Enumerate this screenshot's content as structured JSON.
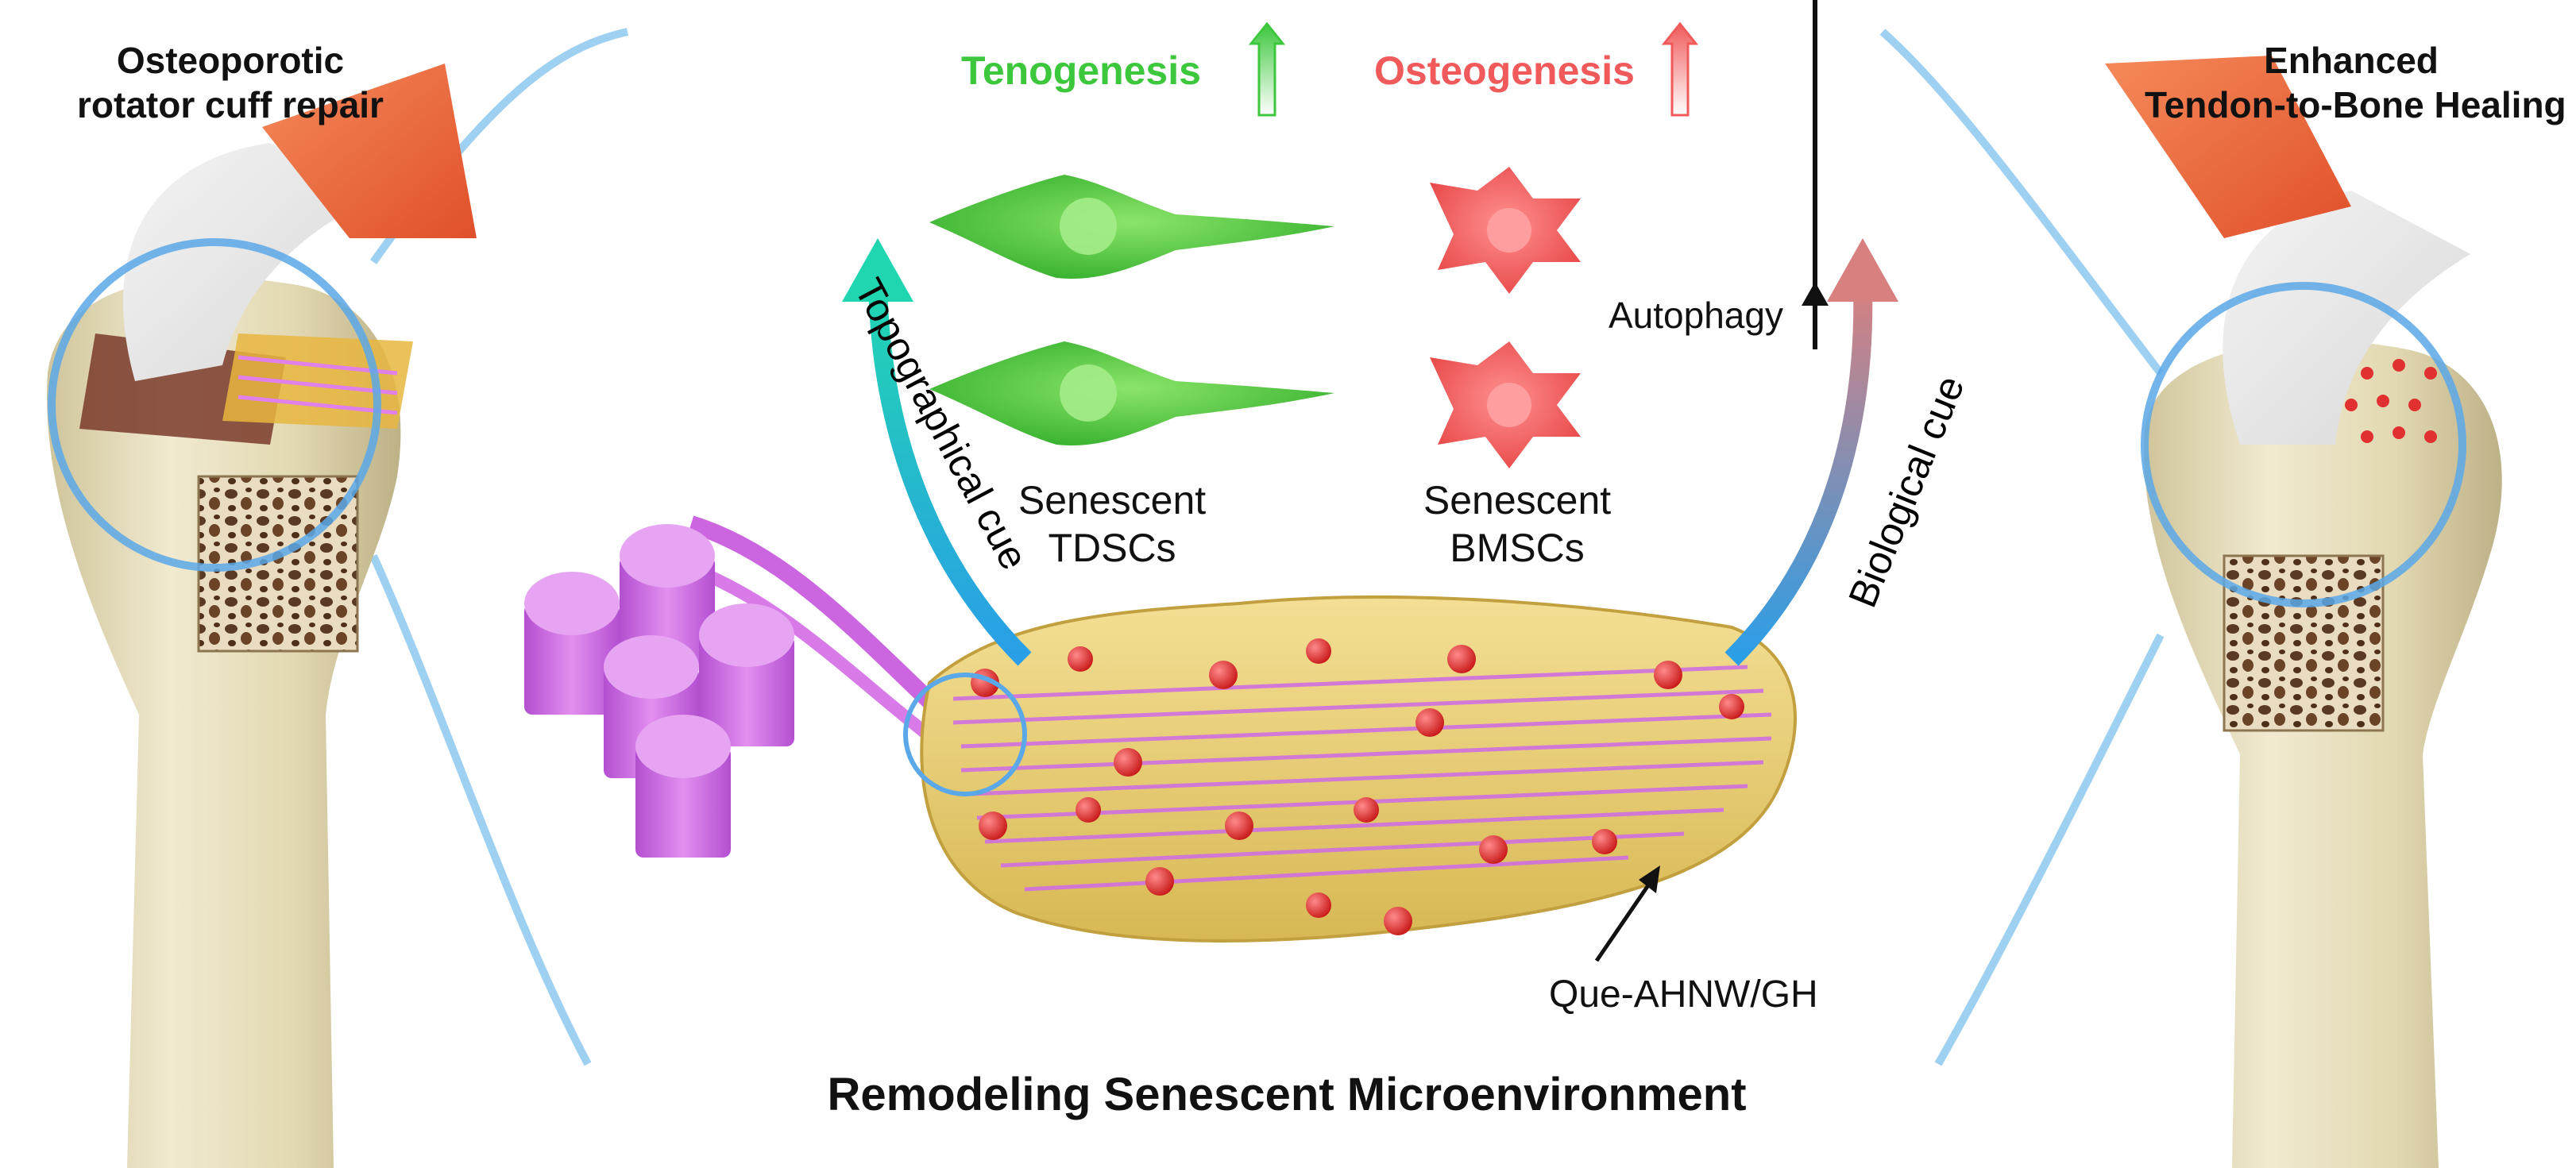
{
  "left_panel": {
    "title_line1": "Osteoporotic",
    "title_line2": "rotator cuff repair"
  },
  "right_panel": {
    "title_line1": "Enhanced",
    "title_line2": "Tendon-to-Bone Healing"
  },
  "center": {
    "tenogenesis_label": "Tenogenesis",
    "osteogenesis_label": "Osteogenesis",
    "tdsc_label_line1": "Senescent",
    "tdsc_label_line2": "TDSCs",
    "bmsc_label_line1": "Senescent",
    "bmsc_label_line2": "BMSCs",
    "autophagy_label": "Autophagy",
    "topographical_cue": "Topographical cue",
    "biological_cue": "Biological cue",
    "scaffold_label": "Que-AHNW/GH",
    "bottom_title": "Remodeling Senescent Microenvironment"
  },
  "colors": {
    "tenogenesis": "#3cc73c",
    "osteogenesis": "#f05a5a",
    "bone": "#e4dcb4",
    "muscle": "#f0643c",
    "nanowire": "#cc66e0",
    "scaffold": "#e8cf74",
    "highlight_ring": "#5aa8e8"
  }
}
